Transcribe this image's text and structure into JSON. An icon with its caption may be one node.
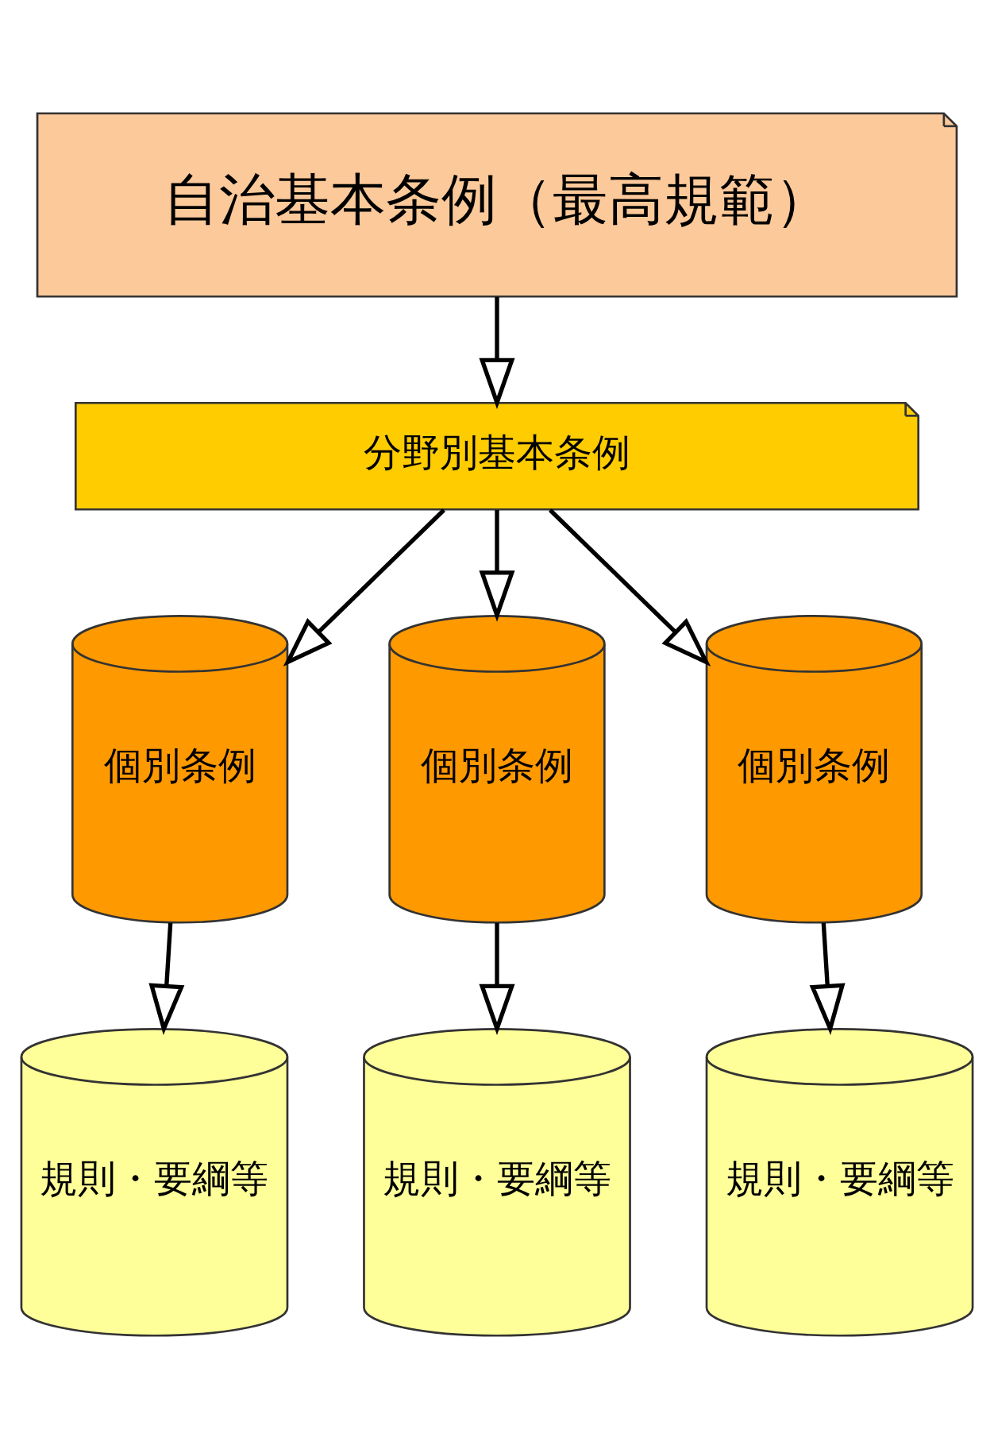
{
  "diagram": {
    "nodes": [
      {
        "text": [
          "自治基本条例（最高規範）"
        ]
      },
      {
        "text": [
          "分野別基本条例"
        ]
      },
      {
        "text": [
          "個別条例"
        ]
      },
      {
        "text": [
          "個別条例"
        ]
      },
      {
        "text": [
          "個別条例"
        ]
      },
      {
        "text": [
          "規則・要綱等"
        ]
      },
      {
        "text": [
          "規則・要綱等"
        ]
      },
      {
        "text": [
          "規則・要綱等"
        ]
      }
    ],
    "edges": [
      {
        "from": 0,
        "to": 1,
        "arrow": "to"
      },
      {
        "from": 1,
        "to": 2,
        "arrow": "to"
      },
      {
        "from": 1,
        "to": 3,
        "arrow": "to"
      },
      {
        "from": 1,
        "to": 4,
        "arrow": "to"
      },
      {
        "from": 2,
        "to": 5,
        "arrow": "to"
      },
      {
        "from": 3,
        "to": 6,
        "arrow": "to"
      },
      {
        "from": 4,
        "to": 7,
        "arrow": "to"
      }
    ]
  }
}
